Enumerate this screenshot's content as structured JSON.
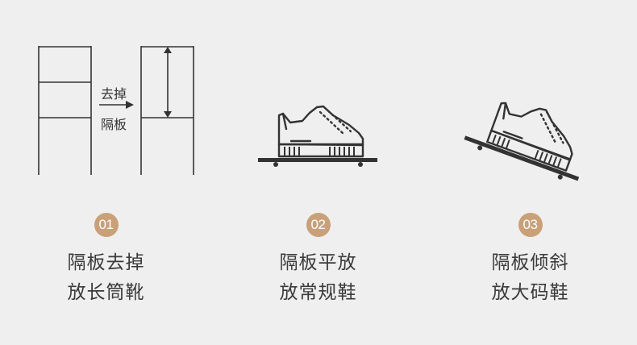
{
  "panels": [
    {
      "badge": "01",
      "line1": "隔板去掉",
      "line2": "放长筒靴",
      "arrow_label_top": "去掉",
      "arrow_label_bottom": "隔板"
    },
    {
      "badge": "02",
      "line1": "隔板平放",
      "line2": "放常规鞋"
    },
    {
      "badge": "03",
      "line1": "隔板倾斜",
      "line2": "放大码鞋"
    }
  ],
  "colors": {
    "background": "#efefef",
    "badge": "#c9a078",
    "line": "#333333"
  },
  "icons": [
    "shelf-with-divider-icon",
    "right-arrow-icon",
    "shelf-open-icon",
    "height-arrow-icon",
    "sneaker-icon",
    "flat-shelf-icon",
    "tilted-shelf-icon"
  ]
}
